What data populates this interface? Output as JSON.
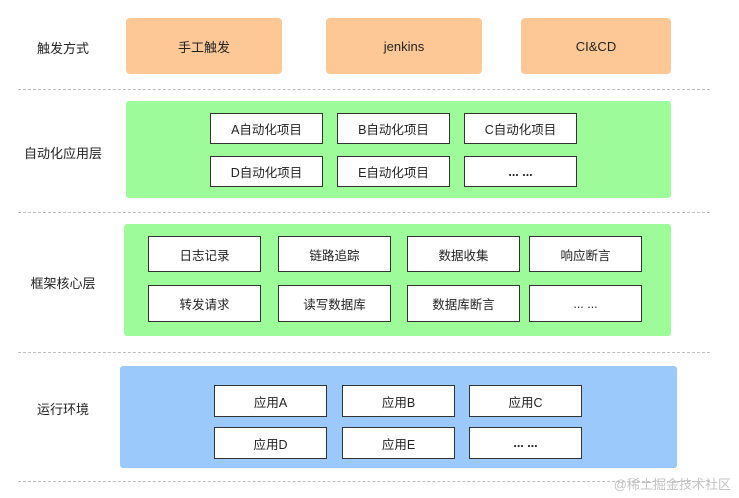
{
  "layers": {
    "trigger": {
      "label": "触发方式",
      "items": [
        "手工触发",
        "jenkins",
        "CI&CD"
      ]
    },
    "automation": {
      "label": "自动化应用层",
      "items": [
        "A自动化项目",
        "B自动化项目",
        "C自动化项目",
        "D自动化项目",
        "E自动化项目",
        "... ..."
      ]
    },
    "core": {
      "label": "框架核心层",
      "items": [
        "日志记录",
        "链路追踪",
        "数据收集",
        "响应断言",
        "转发请求",
        "读写数据库",
        "数据库断言",
        "... ..."
      ]
    },
    "runtime": {
      "label": "运行环境",
      "items": [
        "应用A",
        "应用B",
        "应用C",
        "应用D",
        "应用E",
        "... ..."
      ]
    }
  },
  "watermark": "@稀土掘金技术社区",
  "colors": {
    "trigger_fill": "#fdc896",
    "green_panel": "#9dfb9a",
    "blue_panel": "#9bc9fb",
    "divider": "#bdbdbd"
  }
}
